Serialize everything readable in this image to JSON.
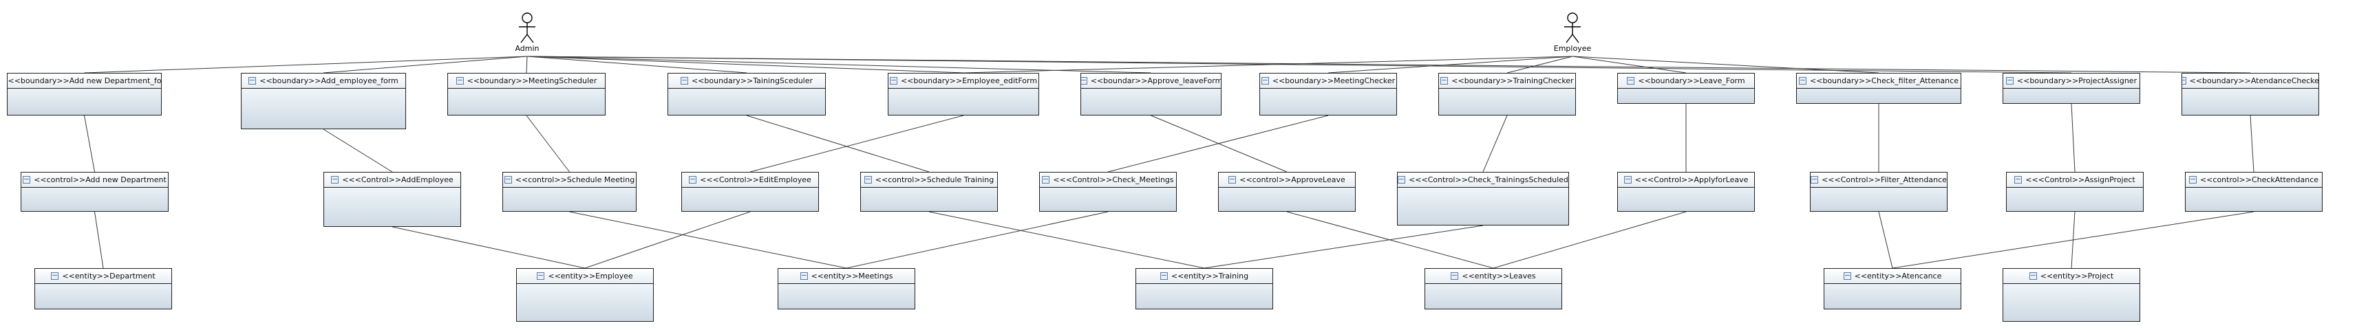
{
  "actors": [
    {
      "id": "admin",
      "label": "Admin"
    },
    {
      "id": "employee",
      "label": "Employee"
    }
  ],
  "boundaries": [
    {
      "id": "b_add_dept",
      "label": "<<boundary>>Add new Department_form"
    },
    {
      "id": "b_add_emp",
      "label": "<<boundary>>Add_employee_form"
    },
    {
      "id": "b_meeting_sched",
      "label": "<<boundary>>MeetingScheduler"
    },
    {
      "id": "b_training_sched",
      "label": "<<boundary>>TainingSceduler"
    },
    {
      "id": "b_emp_edit",
      "label": "<<boundary>>Employee_editForm"
    },
    {
      "id": "b_approve_leave",
      "label": "<<boundar>>Approve_leaveForm"
    },
    {
      "id": "b_meeting_check",
      "label": "<<boundary>>MeetingChecker"
    },
    {
      "id": "b_training_check",
      "label": "<<boundary>>TrainingChecker"
    },
    {
      "id": "b_leave_form",
      "label": "<<boundary>>Leave_Form"
    },
    {
      "id": "b_filter_att",
      "label": "<<boundary>>Check_filter_Attenance"
    },
    {
      "id": "b_project_assign",
      "label": "<<boundary>>ProjectAssigner"
    },
    {
      "id": "b_att_check",
      "label": "<<boundary>>AtendanceChecker"
    }
  ],
  "controls": [
    {
      "id": "c_add_dept",
      "label": "<<control>>Add new Department"
    },
    {
      "id": "c_add_emp",
      "label": "<<<Control>>AddEmployee"
    },
    {
      "id": "c_sched_meeting",
      "label": "<<control>>Schedule Meeting"
    },
    {
      "id": "c_edit_emp",
      "label": "<<<Control>>EditEmployee"
    },
    {
      "id": "c_sched_training",
      "label": "<<control>>Schedule Training"
    },
    {
      "id": "c_check_meetings",
      "label": "<<<Control>>Check_Meetings"
    },
    {
      "id": "c_approve_leave",
      "label": "<<control>>ApproveLeave"
    },
    {
      "id": "c_check_trainings",
      "label": "<<<Control>>Check_TrainingsScheduled"
    },
    {
      "id": "c_apply_leave",
      "label": "<<<Control>>ApplyforLeave"
    },
    {
      "id": "c_filter_att",
      "label": "<<<Control>>Filter_Attendance"
    },
    {
      "id": "c_assign_project",
      "label": "<<<Control>>AssignProject"
    },
    {
      "id": "c_check_att",
      "label": "<<control>>CheckAttendance"
    }
  ],
  "entities": [
    {
      "id": "e_department",
      "label": "<<entity>>Department"
    },
    {
      "id": "e_employee",
      "label": "<<entity>>Employee"
    },
    {
      "id": "e_meetings",
      "label": "<<entity>>Meetings"
    },
    {
      "id": "e_training",
      "label": "<<entity>>Training"
    },
    {
      "id": "e_leaves",
      "label": "<<entity>>Leaves"
    },
    {
      "id": "e_attendance",
      "label": "<<entity>>Atencance"
    },
    {
      "id": "e_project",
      "label": "<<entity>>Project"
    }
  ],
  "connections": [
    [
      "admin",
      "b_add_dept"
    ],
    [
      "admin",
      "b_add_emp"
    ],
    [
      "admin",
      "b_meeting_sched"
    ],
    [
      "admin",
      "b_training_sched"
    ],
    [
      "admin",
      "b_emp_edit"
    ],
    [
      "admin",
      "b_approve_leave"
    ],
    [
      "admin",
      "b_project_assign"
    ],
    [
      "admin",
      "b_att_check"
    ],
    [
      "employee",
      "b_emp_edit"
    ],
    [
      "employee",
      "b_meeting_check"
    ],
    [
      "employee",
      "b_training_check"
    ],
    [
      "employee",
      "b_leave_form"
    ],
    [
      "employee",
      "b_filter_att"
    ],
    [
      "b_add_dept",
      "c_add_dept"
    ],
    [
      "b_add_emp",
      "c_add_emp"
    ],
    [
      "b_meeting_sched",
      "c_sched_meeting"
    ],
    [
      "b_training_sched",
      "c_sched_training"
    ],
    [
      "b_emp_edit",
      "c_edit_emp"
    ],
    [
      "b_approve_leave",
      "c_approve_leave"
    ],
    [
      "b_meeting_check",
      "c_check_meetings"
    ],
    [
      "b_training_check",
      "c_check_trainings"
    ],
    [
      "b_leave_form",
      "c_apply_leave"
    ],
    [
      "b_filter_att",
      "c_filter_att"
    ],
    [
      "b_project_assign",
      "c_assign_project"
    ],
    [
      "b_att_check",
      "c_check_att"
    ],
    [
      "c_add_dept",
      "e_department"
    ],
    [
      "c_add_emp",
      "e_employee"
    ],
    [
      "c_edit_emp",
      "e_employee"
    ],
    [
      "c_sched_meeting",
      "e_meetings"
    ],
    [
      "c_check_meetings",
      "e_meetings"
    ],
    [
      "c_sched_training",
      "e_training"
    ],
    [
      "c_check_trainings",
      "e_training"
    ],
    [
      "c_approve_leave",
      "e_leaves"
    ],
    [
      "c_apply_leave",
      "e_leaves"
    ],
    [
      "c_check_att",
      "e_attendance"
    ],
    [
      "c_filter_att",
      "e_attendance"
    ],
    [
      "c_assign_project",
      "e_project"
    ]
  ]
}
